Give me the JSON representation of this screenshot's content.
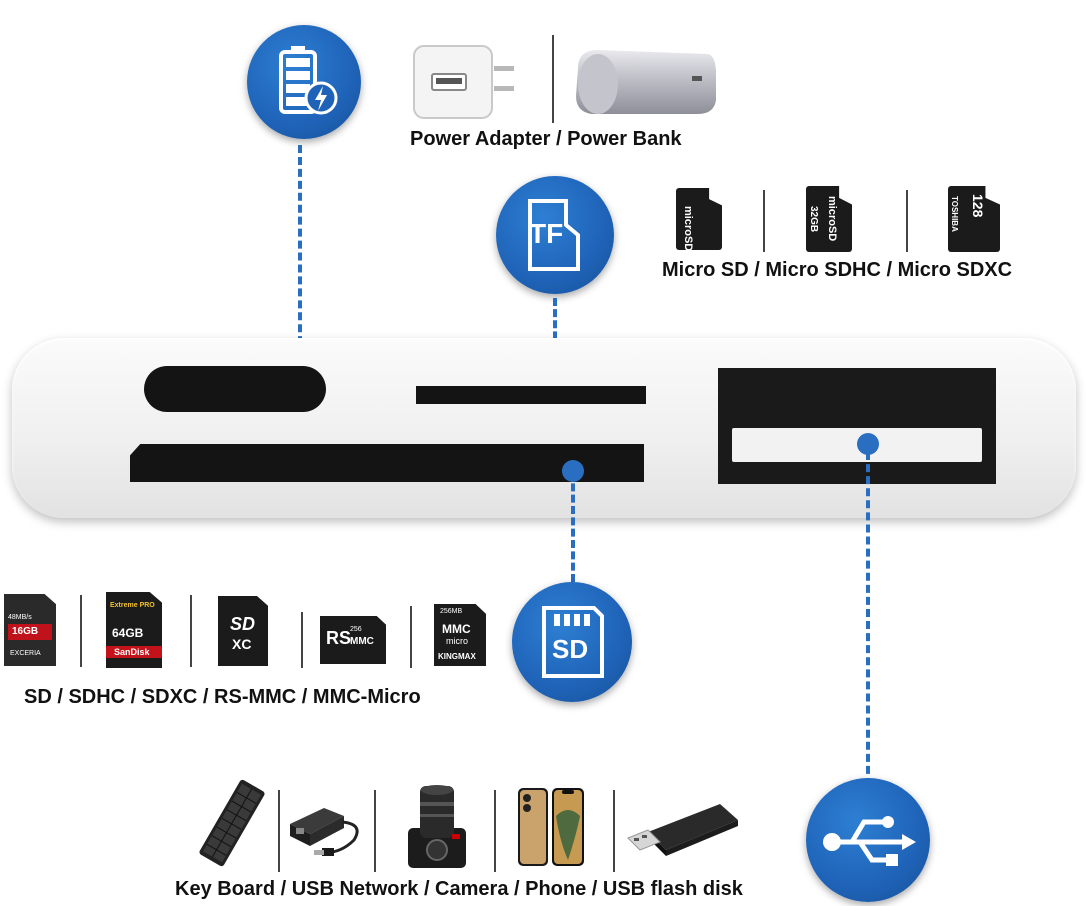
{
  "captions": {
    "power": "Power Adapter / Power Bank",
    "tf_cards": "Micro SD / Micro SDHC / Micro SDXC",
    "sd_cards": "SD / SDHC / SDXC / RS-MMC / MMC-Micro",
    "usb_devices": "Key Board / USB Network / Camera  / Phone /  USB flash disk"
  },
  "icons": {
    "tf_label": "TF",
    "sd_label": "SD"
  },
  "cards": {
    "sd1_top": "48MB/s",
    "sd1_cap": "16GB",
    "sd1_brand": "EXCERIA",
    "sd2_top": "Extreme PRO",
    "sd2_cap": "64GB",
    "sd2_brand": "SanDisk",
    "sd3_logo": "SD",
    "sd3_sub": "XC",
    "rsmmc_logo": "RS",
    "rsmmc_sub": "MMC",
    "rsmmc_cap": "256",
    "mmcmicro_cap": "256MB",
    "mmcmicro_logo": "MMC",
    "mmcmicro_sub": "micro",
    "mmcmicro_brand": "KINGMAX",
    "micro1_text": "microSD",
    "micro2_cap": "32GB",
    "micro2_text": "microSD",
    "micro3_brand": "TOSHIBA",
    "micro3_cap": "128"
  },
  "colors": {
    "accent_blue": "#1f63b8",
    "dash_blue": "#2a6ec2"
  }
}
